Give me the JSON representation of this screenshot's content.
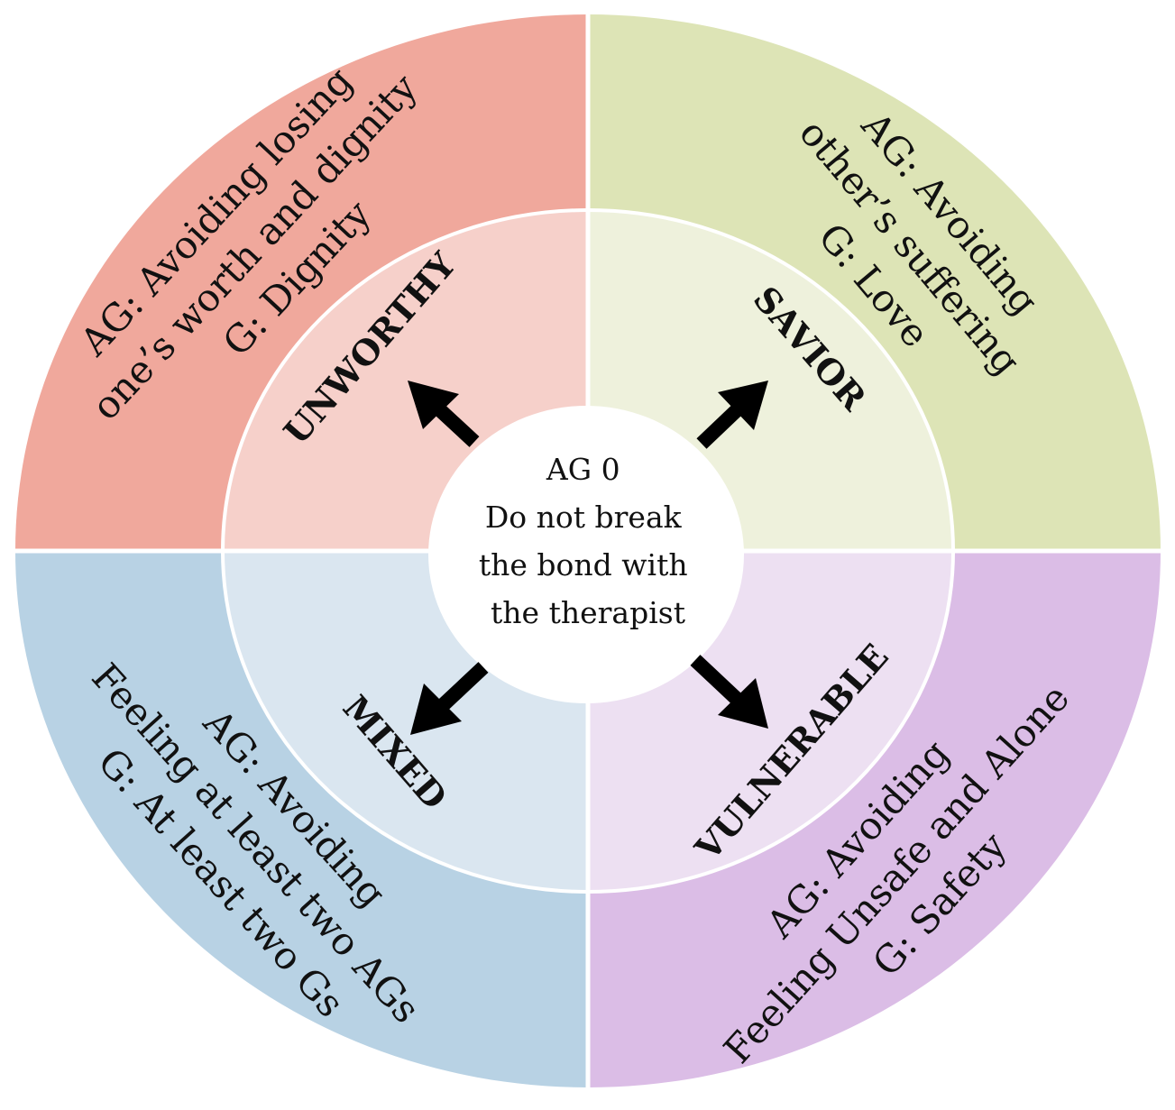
{
  "center": {
    "lines": [
      "AG 0",
      "Do not break",
      "the bond with",
      "the therapist"
    ]
  },
  "quadrants": {
    "unworthy": {
      "label": "UNWORTHY",
      "lines": [
        "AG: Avoiding losing",
        "one’s worth and dignity",
        "G: Dignity"
      ],
      "outer_color": "#f0a89c",
      "inner_color": "#f6d0ca"
    },
    "savior": {
      "label": "SAVIOR",
      "lines": [
        "AG: Avoiding",
        "other’s suffering",
        "G: Love"
      ],
      "outer_color": "#dde4b6",
      "inner_color": "#eef1dc"
    },
    "mixed": {
      "label": "MIXED",
      "lines": [
        "AG: Avoiding",
        "Feeling at least two AGs",
        "G: At least two Gs"
      ],
      "outer_color": "#b8d2e4",
      "inner_color": "#dae6f0"
    },
    "vulnerable": {
      "label": "VULNERABLE",
      "lines": [
        "AG: Avoiding",
        "Feeling Unsafe and Alone",
        "G: Safety"
      ],
      "outer_color": "#dbbde6",
      "inner_color": "#ede0f2"
    }
  },
  "arrow_color": "#000000",
  "divider_color": "#ffffff"
}
